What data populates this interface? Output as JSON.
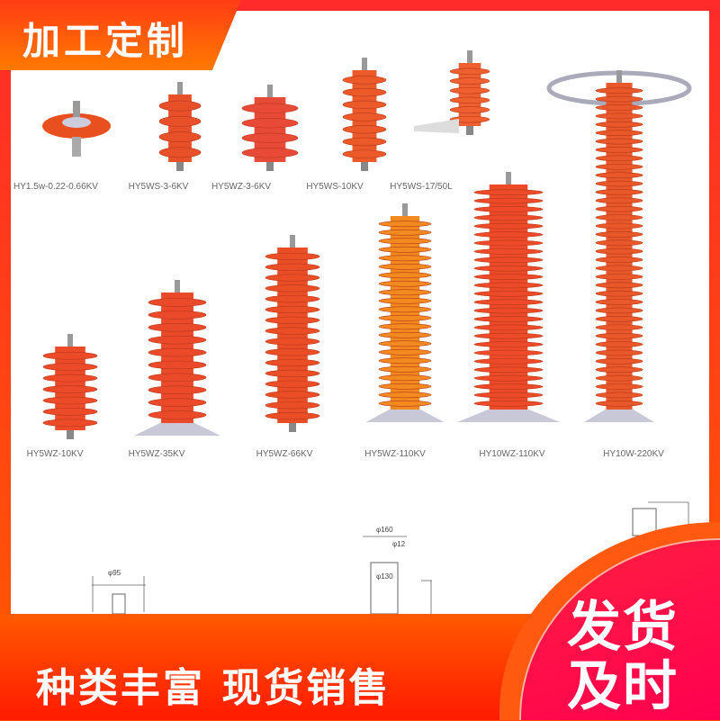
{
  "header_tag": "加工定制",
  "products_row1": [
    "HY1.5w-0.22-0.66KV",
    "HY5WS-3-6KV",
    "HY5WZ-3-6KV",
    "HY5WS-10KV",
    "HY5WS-17/50L"
  ],
  "products_row2": [
    "HY5WZ-10KV",
    "HY5WZ-35KV",
    "HY5WZ-66KV",
    "HY5WZ-110KV",
    "HY10WZ-110KV",
    "HY10W-220KV"
  ],
  "drawing_dims": {
    "d95": "φ95",
    "d160": "φ160",
    "d12": "φ12",
    "d130": "φ130"
  },
  "banner_text": "种类丰富  现货销售",
  "badge_line1": "发货",
  "badge_line2": "及时",
  "colors": {
    "accent": "#ff4a0a",
    "badge": "#ff0a50",
    "arrester": "#e8502a"
  }
}
